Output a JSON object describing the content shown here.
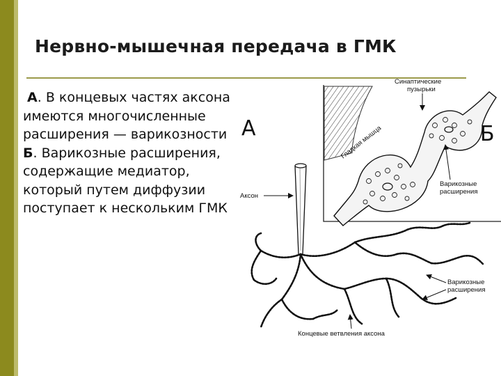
{
  "slide": {
    "title": "Нервно-мышечная передача в ГМК",
    "body": {
      "a_marker": "А",
      "a_text": ". В концевых частях аксона имеются многочисленные расширения — варикозности",
      "b_marker": "Б",
      "b_text": ". Варикозные расширения, содержащие медиатор, который путем диффузии поступает к нескольким ГМК"
    }
  },
  "figure": {
    "label_a": "А",
    "label_b": "Б",
    "synaptic_vesicles_line1": "Синаптические",
    "synaptic_vesicles_line2": "пузырьки",
    "smooth_muscle": "Гладкая мышца",
    "varicose_b_line1": "Варикозные",
    "varicose_b_line2": "расширения",
    "axon": "Аксон",
    "varicose_a_line1": "Варикозные",
    "varicose_a_line2": "расширения",
    "terminal_branches": "Концевые ветвления аксона"
  },
  "colors": {
    "sidebar": "#8c8a1e",
    "sidebar_light": "#bdbb6a",
    "rule": "#9b9a4a"
  }
}
